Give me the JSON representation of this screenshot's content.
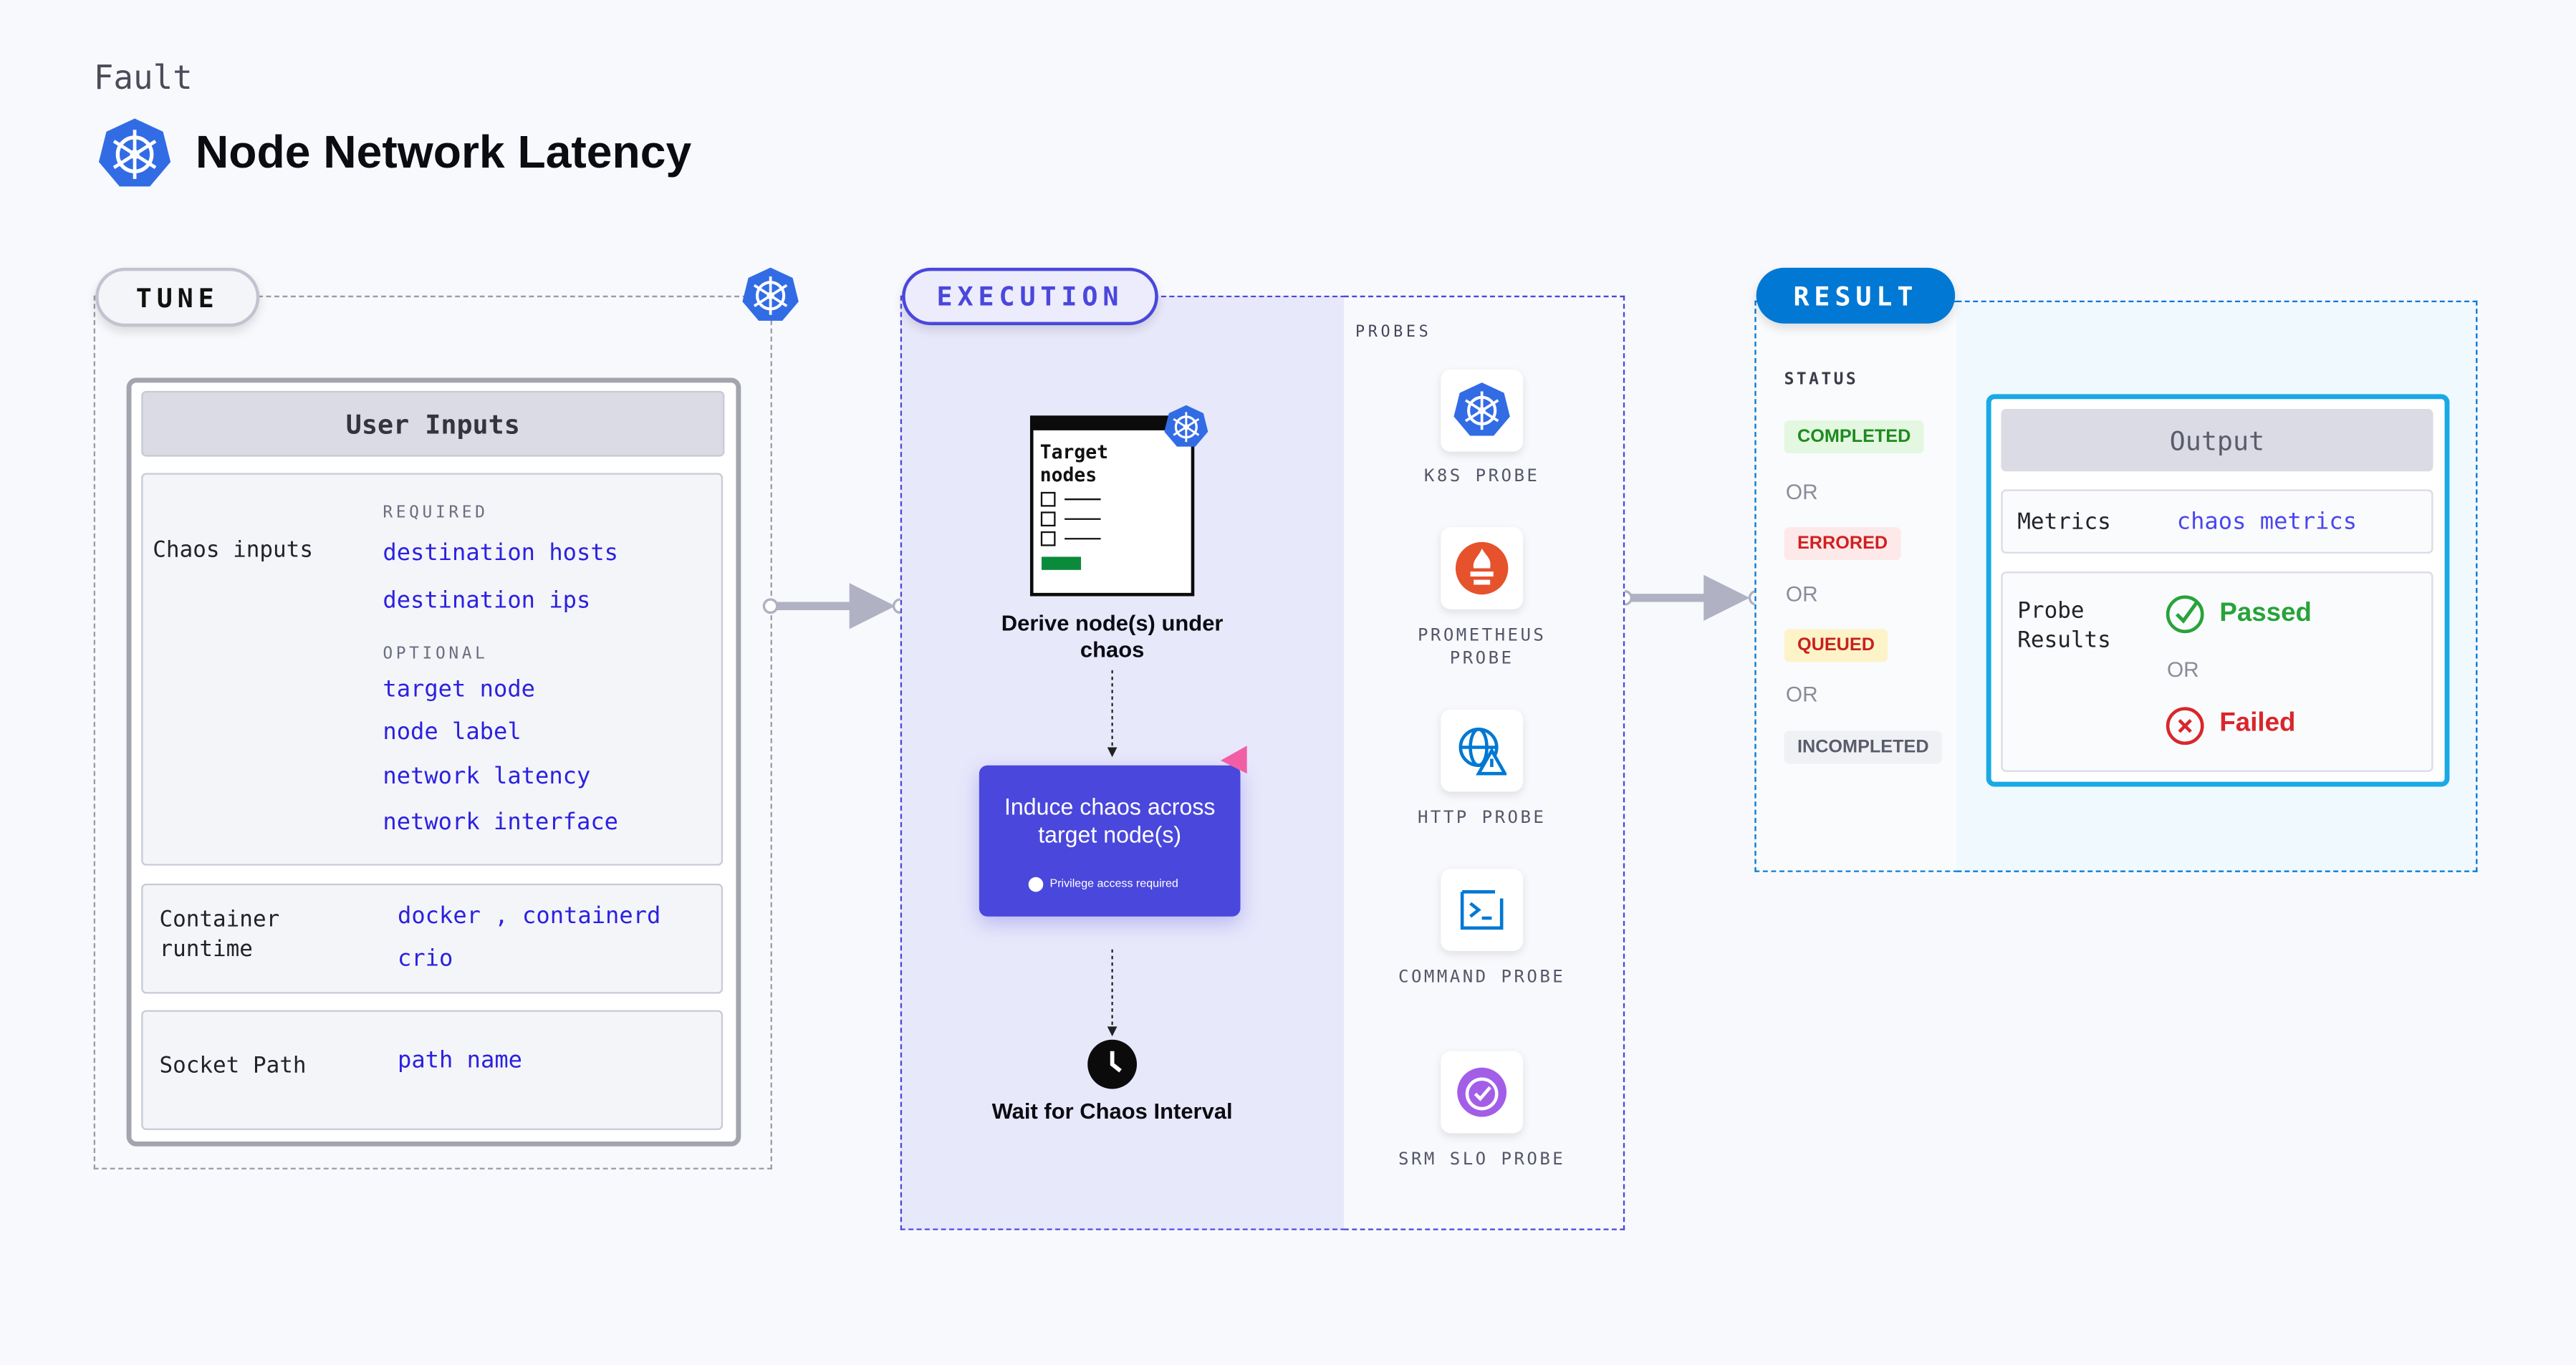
{
  "header": {
    "category": "Fault",
    "title": "Node Network Latency",
    "logo_icon": "kubernetes-icon"
  },
  "tune": {
    "label": "TUNE",
    "user_inputs_title": "User Inputs",
    "chaos_inputs_label": "Chaos inputs",
    "required_label": "REQUIRED",
    "required": [
      "destination hosts",
      "destination ips"
    ],
    "optional_label": "OPTIONAL",
    "optional": [
      "target node",
      "node label",
      "network latency",
      "network interface"
    ],
    "container_runtime_label": "Container runtime",
    "container_runtimes": [
      "docker",
      ",",
      "containerd",
      "crio"
    ],
    "socket_path_label": "Socket Path",
    "socket_path_value": "path name"
  },
  "execution": {
    "label": "EXECUTION",
    "target_doc_title": "Target nodes",
    "step1": "Derive node(s) under chaos",
    "step2": "Induce chaos across target node(s)",
    "privilege_note": "Privilege access required",
    "step3": "Wait for Chaos Interval",
    "probes_label": "PROBES",
    "probes": [
      {
        "label": "K8S PROBE",
        "icon": "kubernetes-icon"
      },
      {
        "label": "PROMETHEUS PROBE",
        "icon": "prometheus-icon"
      },
      {
        "label": "HTTP PROBE",
        "icon": "globe-warning-icon"
      },
      {
        "label": "COMMAND PROBE",
        "icon": "terminal-icon"
      },
      {
        "label": "SRM SLO PROBE",
        "icon": "slo-icon"
      }
    ]
  },
  "result": {
    "label": "RESULT",
    "status_label": "STATUS",
    "statuses": [
      {
        "label": "COMPLETED",
        "color": "#1e8a1e",
        "bg": "#e3f7e1"
      },
      {
        "label": "ERRORED",
        "color": "#d21f1f",
        "bg": "#fde9e9"
      },
      {
        "label": "QUEUED",
        "color": "#c8201e",
        "bg": "#fdf3c8"
      },
      {
        "label": "INCOMPLETED",
        "color": "#5a5c6c",
        "bg": "#f0f1f5"
      }
    ],
    "or": "OR",
    "output_title": "Output",
    "metrics_label": "Metrics",
    "metrics_value": "chaos metrics",
    "probe_results_label": "Probe Results",
    "passed": "Passed",
    "failed": "Failed"
  },
  "colors": {
    "k8s_blue": "#326ce5",
    "execution_accent": "#4a47dc",
    "result_blue": "#0078d4",
    "output_border": "#19a9e5"
  }
}
